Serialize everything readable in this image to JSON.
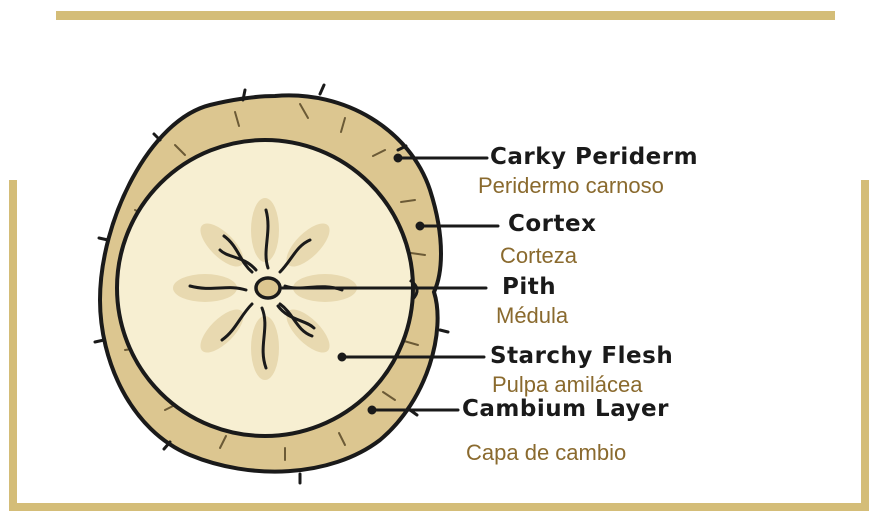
{
  "colors": {
    "frame": "#d4bd78",
    "rind": "#dcc690",
    "flesh": "#f7efd2",
    "vein": "#e8d9b0",
    "outline": "#1a1a1a",
    "spanish_text": "#8a6a2e"
  },
  "labels": [
    {
      "id": "periderm",
      "en": "Carky Periderm",
      "es": "Peridermo carnoso"
    },
    {
      "id": "cortex",
      "en": "Cortex",
      "es": "Corteza"
    },
    {
      "id": "pith",
      "en": "Pith",
      "es": "Médula"
    },
    {
      "id": "flesh",
      "en": "Starchy Flesh",
      "es": "Pulpa amilácea"
    },
    {
      "id": "cambium",
      "en": "Cambium Layer",
      "es": "Capa de cambio"
    }
  ]
}
